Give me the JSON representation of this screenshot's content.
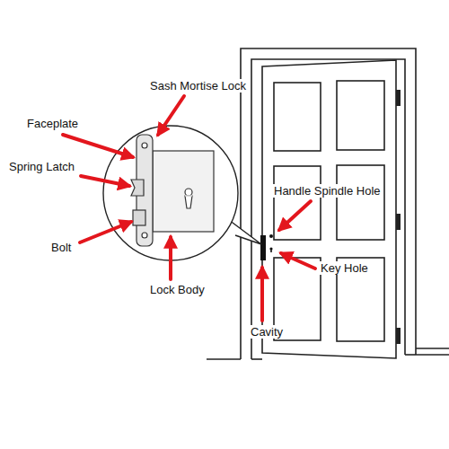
{
  "diagram": {
    "labels": [
      "Sash Mortise Lock",
      "Faceplate",
      "Spring Latch",
      "Handle Spindle Hole",
      "Bolt",
      "Key Hole",
      "Lock Body",
      "Cavity"
    ]
  }
}
